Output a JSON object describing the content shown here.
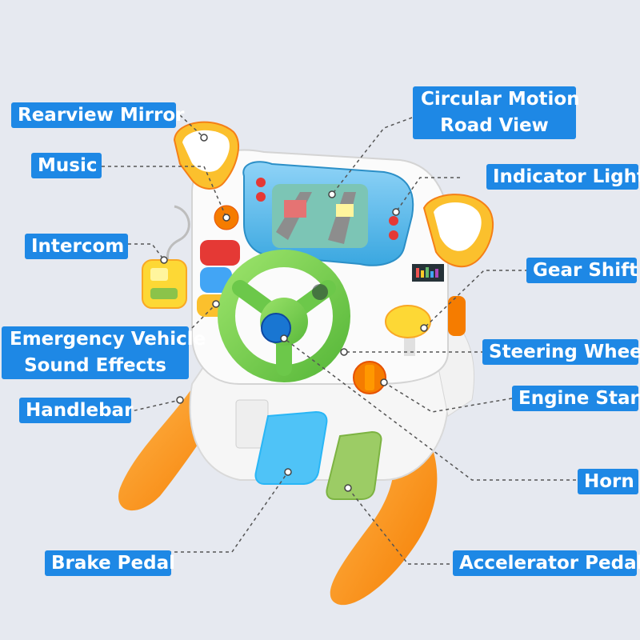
{
  "diagram": {
    "background_color": "#e6e9f0",
    "label_color": "#1e88e5",
    "label_text_color": "#ffffff",
    "leader_line_style": "dashed",
    "labels": [
      {
        "id": "rearview-mirror",
        "lines": [
          "Rearview Mirror"
        ]
      },
      {
        "id": "music",
        "lines": [
          "Music"
        ]
      },
      {
        "id": "intercom",
        "lines": [
          "Intercom"
        ]
      },
      {
        "id": "emergency-vehicle-sound-effects",
        "lines": [
          "Emergency Vehicle",
          "Sound Effects"
        ]
      },
      {
        "id": "handlebar",
        "lines": [
          "Handlebar"
        ]
      },
      {
        "id": "brake-pedal",
        "lines": [
          "Brake Pedal"
        ]
      },
      {
        "id": "circular-motion-road-view",
        "lines": [
          "Circular Motion",
          "Road View"
        ]
      },
      {
        "id": "indicator-light",
        "lines": [
          "Indicator Light"
        ]
      },
      {
        "id": "gear-shift",
        "lines": [
          "Gear Shift"
        ]
      },
      {
        "id": "steering-wheel",
        "lines": [
          "Steering Wheel"
        ]
      },
      {
        "id": "engine-start",
        "lines": [
          "Engine Start"
        ]
      },
      {
        "id": "horn",
        "lines": [
          "Horn"
        ]
      },
      {
        "id": "accelerator-pedal",
        "lines": [
          "Accelerator Pedal"
        ]
      }
    ]
  }
}
